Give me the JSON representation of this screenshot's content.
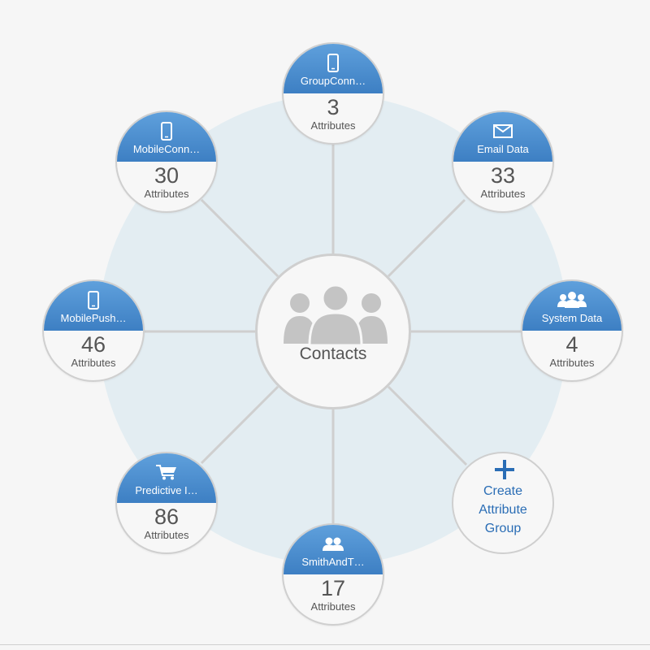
{
  "center": {
    "label": "Contacts",
    "icon": "contacts-group-icon"
  },
  "attribute_groups": [
    {
      "id": "groupconn",
      "title": "GroupConn…",
      "count": "3",
      "unit": "Attributes",
      "icon": "mobile-device-icon"
    },
    {
      "id": "email-data",
      "title": "Email Data",
      "count": "33",
      "unit": "Attributes",
      "icon": "envelope-icon"
    },
    {
      "id": "system-data",
      "title": "System Data",
      "count": "4",
      "unit": "Attributes",
      "icon": "people-group-icon"
    },
    {
      "id": "smithandt",
      "title": "SmithAndT…",
      "count": "17",
      "unit": "Attributes",
      "icon": "people-pair-icon"
    },
    {
      "id": "predictive",
      "title": "Predictive I…",
      "count": "86",
      "unit": "Attributes",
      "icon": "shopping-cart-icon"
    },
    {
      "id": "mobilepush",
      "title": "MobilePush…",
      "count": "46",
      "unit": "Attributes",
      "icon": "mobile-device-icon"
    },
    {
      "id": "mobileconn",
      "title": "MobileConn…",
      "count": "30",
      "unit": "Attributes",
      "icon": "mobile-device-icon"
    }
  ],
  "create_group": {
    "lines": [
      "Create",
      "Attribute",
      "Group"
    ],
    "icon": "plus-icon"
  },
  "colors": {
    "accent_blue": "#4a8bd0",
    "link_blue": "#2a6db5",
    "ring_background": "#e3edf2",
    "connector": "#cfcfcf",
    "text_gray": "#555555",
    "icon_gray": "#c4c4c4"
  }
}
